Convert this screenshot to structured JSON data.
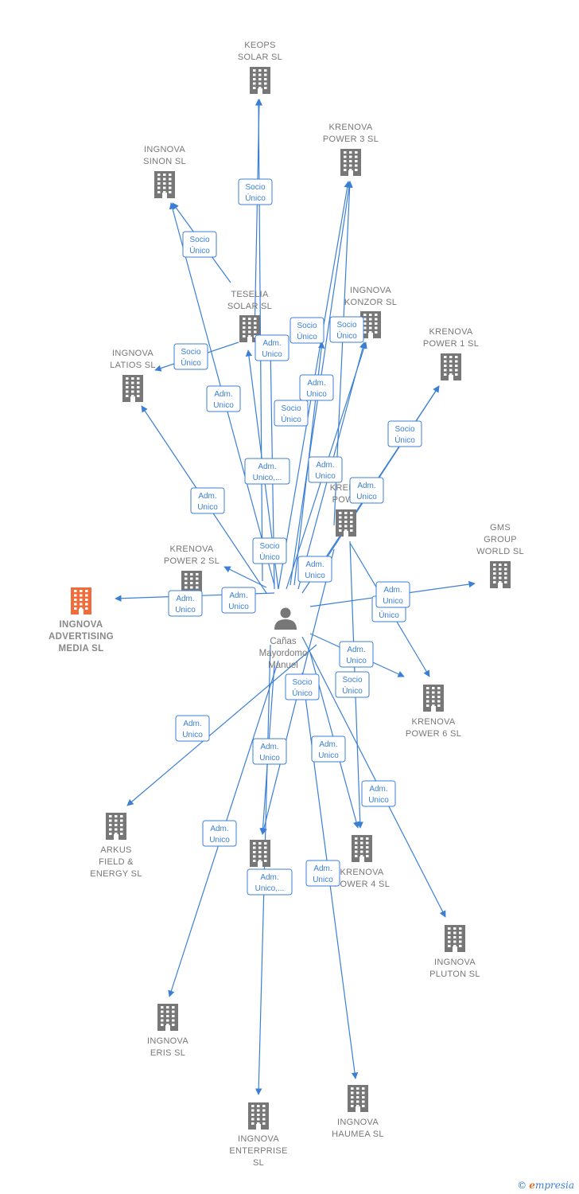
{
  "colors": {
    "edge": "#3b7fd4",
    "building": "#777777",
    "highlight": "#f26b3a",
    "text": "#777777"
  },
  "person": {
    "icon": "person-icon",
    "name_lines": [
      "Cañas",
      "Mayordomo",
      "Manuel"
    ]
  },
  "nodes": [
    {
      "id": "keops",
      "lines": [
        "KEOPS",
        "SOLAR  SL"
      ]
    },
    {
      "id": "krenova3",
      "lines": [
        "KRENOVA",
        "POWER 3  SL"
      ]
    },
    {
      "id": "sinon",
      "lines": [
        "INGNOVA",
        "SINON  SL"
      ]
    },
    {
      "id": "teselia",
      "lines": [
        "TESELIA",
        "SOLAR  SL"
      ]
    },
    {
      "id": "konzor",
      "lines": [
        "INGNOVA",
        "KONZOR  SL"
      ]
    },
    {
      "id": "krenova1",
      "lines": [
        "KRENOVA",
        "POWER 1  SL"
      ]
    },
    {
      "id": "latios",
      "lines": [
        "INGNOVA",
        "LATIOS  SL"
      ]
    },
    {
      "id": "krenovamid",
      "lines": [
        "KRENO",
        "POWE"
      ]
    },
    {
      "id": "gms",
      "lines": [
        "GMS",
        "GROUP",
        "WORLD  SL"
      ]
    },
    {
      "id": "krenova2",
      "lines": [
        "KRENOVA",
        "POWER 2  SL"
      ]
    },
    {
      "id": "advertising",
      "lines": [
        "INGNOVA",
        "ADVERTISING",
        "MEDIA  SL"
      ],
      "highlight": true
    },
    {
      "id": "krenova6",
      "lines": [
        "KRENOVA",
        "POWER 6  SL"
      ]
    },
    {
      "id": "arkus",
      "lines": [
        "ARKUS",
        "FIELD &",
        "ENERGY  SL"
      ]
    },
    {
      "id": "krenovapow",
      "lines": [
        "KR",
        "POW"
      ]
    },
    {
      "id": "krenova4",
      "lines": [
        "KRENOVA",
        "POWER 4  SL"
      ]
    },
    {
      "id": "pluton",
      "lines": [
        "INGNOVA",
        "PLUTON  SL"
      ]
    },
    {
      "id": "eris",
      "lines": [
        "INGNOVA",
        "ERIS  SL"
      ]
    },
    {
      "id": "haumea",
      "lines": [
        "INGNOVA",
        "HAUMEA  SL"
      ]
    },
    {
      "id": "enterprise",
      "lines": [
        "INGNOVA",
        "ENTERPRISE",
        "SL"
      ]
    }
  ],
  "edge_labels": [
    [
      "Socio",
      "Único"
    ],
    [
      "Socio",
      "Único"
    ],
    [
      "Socio",
      "Único"
    ],
    [
      "Socio",
      "Único"
    ],
    [
      "Socio",
      "Único"
    ],
    [
      "Socio",
      "Único"
    ],
    [
      "Socio",
      "Único"
    ],
    [
      "Socio",
      "Único"
    ],
    [
      "Socio",
      "Único"
    ],
    [
      "Socio",
      "Único"
    ],
    [
      "Socio",
      "Único"
    ],
    [
      "Adm.",
      "Unico"
    ],
    [
      "Adm.",
      "Unico"
    ],
    [
      "Adm.",
      "Unico"
    ],
    [
      "Adm.",
      "Unico"
    ],
    [
      "Adm.",
      "Unico,..."
    ],
    [
      "Adm.",
      "Unico"
    ],
    [
      "Adm.",
      "Unico"
    ],
    [
      "Adm.",
      "Unico"
    ],
    [
      "Adm.",
      "Unico"
    ],
    [
      "Adm.",
      "Unico"
    ],
    [
      "Adm.",
      "Unico"
    ],
    [
      "Adm.",
      "Unico"
    ],
    [
      "Adm.",
      "Unico"
    ],
    [
      "Adm.",
      "Unico"
    ],
    [
      "Adm.",
      "Unico"
    ],
    [
      "Adm.",
      "Unico"
    ],
    [
      "Adm.",
      "Unico"
    ],
    [
      "Adm.",
      "Unico,..."
    ],
    [
      "Adm.",
      "Unico"
    ],
    [
      "Adm.",
      "Unico"
    ]
  ],
  "footer": {
    "copyright": "©",
    "brand_initial": "e",
    "brand_rest": "mpresia"
  }
}
